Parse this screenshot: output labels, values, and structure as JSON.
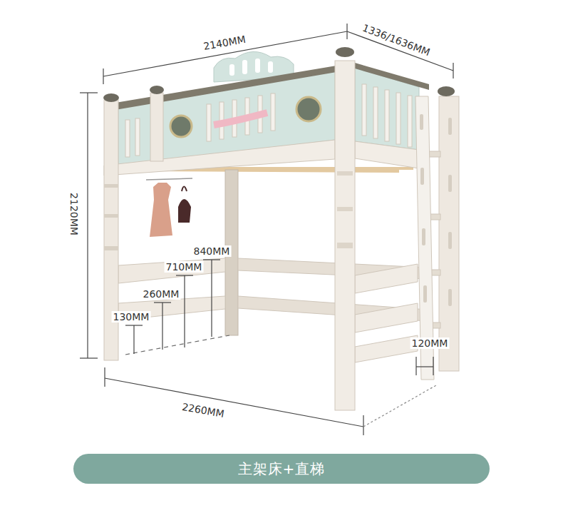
{
  "diagram": {
    "nodes": [
      {
        "text": [
          "主架床+直梯"
        ]
      }
    ],
    "labels": [
      "2140MM",
      "1336/1636MM",
      "2120MM",
      "840MM",
      "710MM",
      "260MM",
      "130MM",
      "120MM",
      "2260MM"
    ]
  }
}
